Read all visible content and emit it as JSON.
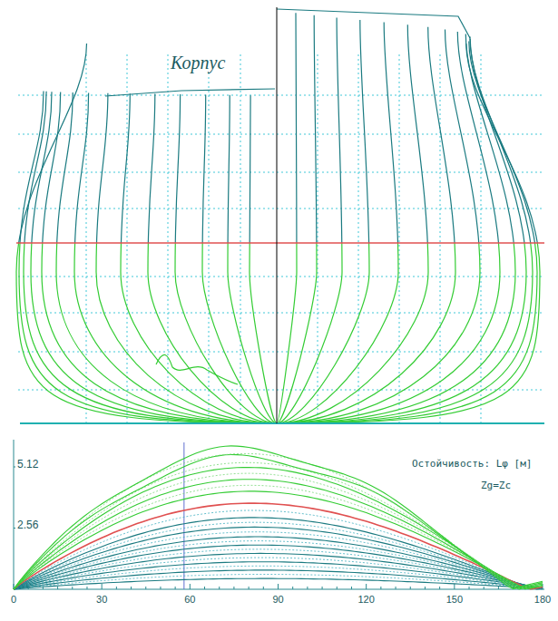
{
  "diagram": {
    "labels": [
      "Корпус",
      "5.12",
      "2.56",
      "Остойчивость: Lφ [м]",
      "Zg=Zc",
      "0",
      "30",
      "60",
      "90",
      "120",
      "150",
      "180"
    ]
  }
}
